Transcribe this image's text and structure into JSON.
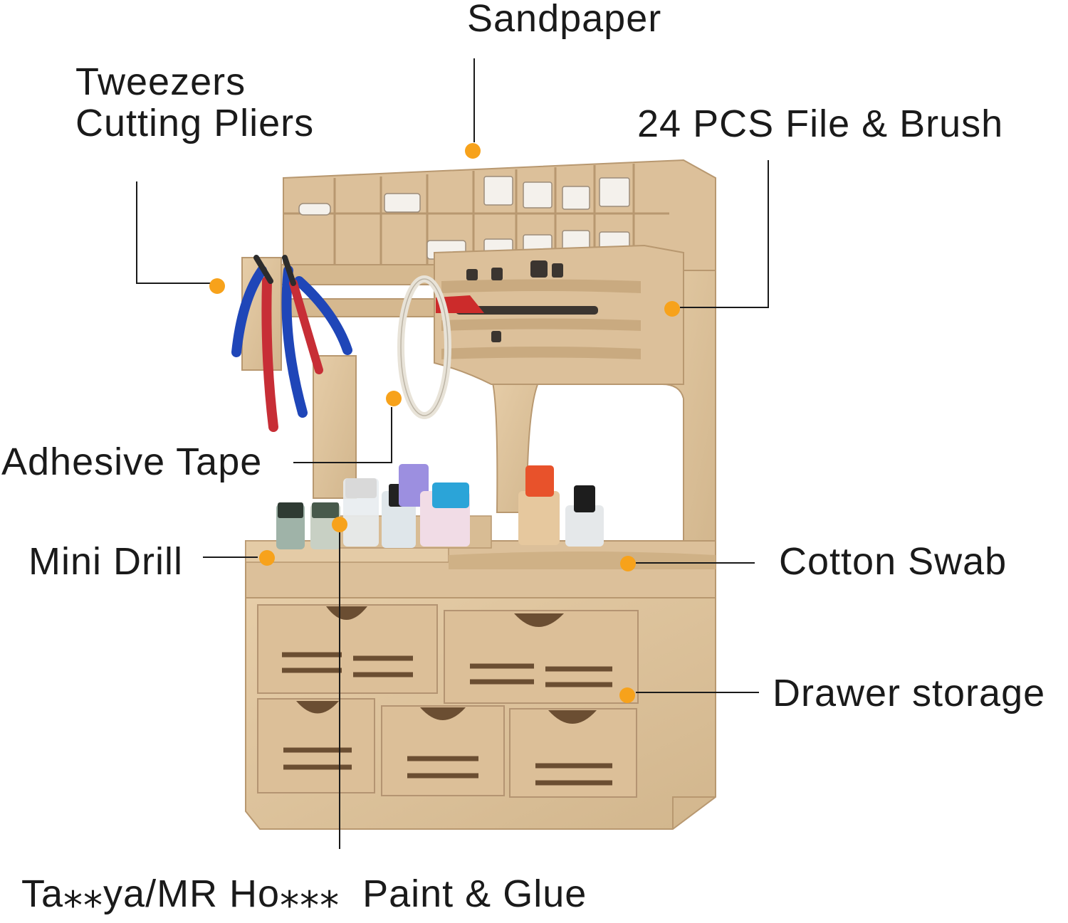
{
  "labels": {
    "sandpaper": "Sandpaper",
    "tweezers": "Tweezers",
    "cutting_pliers": "Cutting Pliers",
    "file_brush": "24 PCS File & Brush",
    "adhesive_tape": "Adhesive Tape",
    "mini_drill": "Mini Drill",
    "cotton_swab": "Cotton Swab",
    "drawer_storage": "Drawer storage",
    "paint_glue": "Ta⁎⁎ya/MR Ho⁎⁎⁎  Paint & Glue"
  },
  "colors": {
    "marker": "#f7a21b",
    "wood": "#dfc39e",
    "wood_dark": "#c9aa80",
    "wood_shadow": "#8a6b48",
    "leader": "#1a1a1a"
  }
}
